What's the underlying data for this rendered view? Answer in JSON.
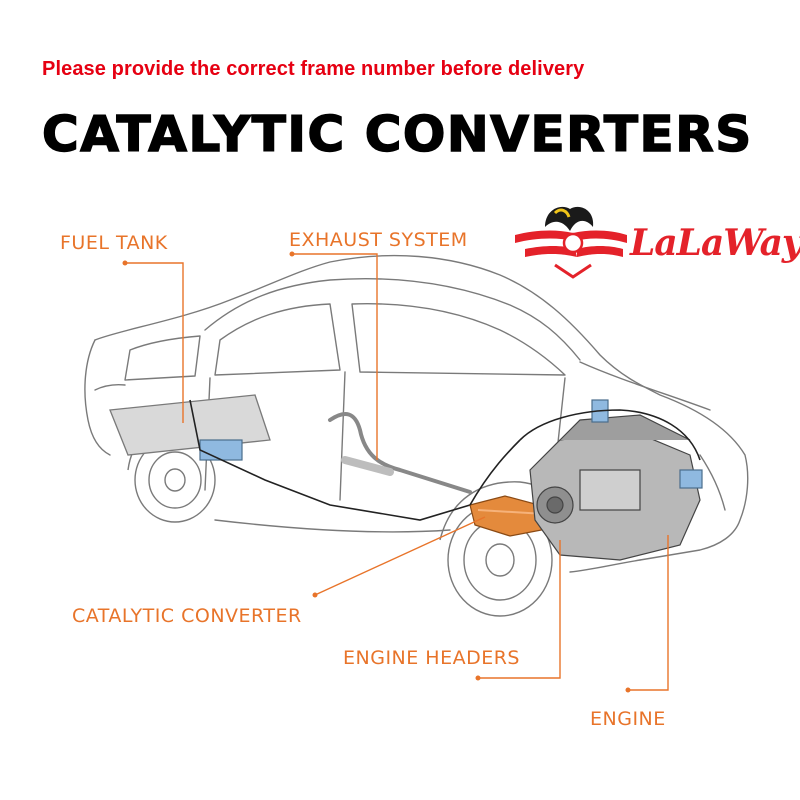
{
  "notice": "Please provide the correct frame number before delivery",
  "title": "CATALYTIC CONVERTERS",
  "brand": {
    "name": "LaLaWay",
    "color": "#e4222a"
  },
  "colors": {
    "callout": "#e8742a",
    "notice": "#e60012"
  },
  "callouts": [
    {
      "id": "fuel-tank",
      "label": "FUEL TANK"
    },
    {
      "id": "exhaust-system",
      "label": "EXHAUST SYSTEM"
    },
    {
      "id": "catalytic-converter",
      "label": "CATALYTIC CONVERTER"
    },
    {
      "id": "engine-headers",
      "label": "ENGINE HEADERS"
    },
    {
      "id": "engine",
      "label": "ENGINE"
    }
  ]
}
